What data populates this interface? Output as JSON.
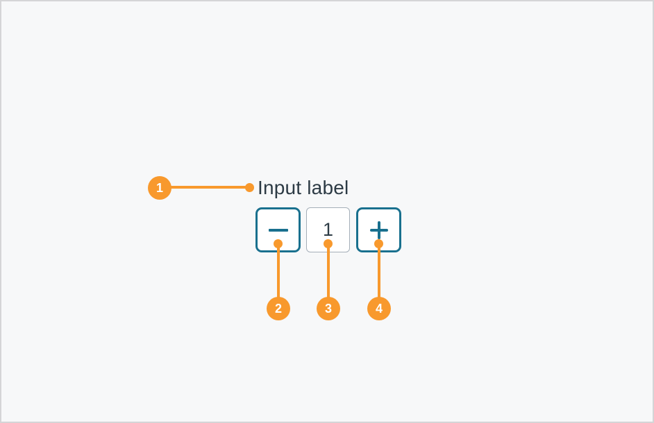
{
  "canvas": {
    "background": "#F7F8F9",
    "border_color": "#D5D5D7"
  },
  "colors": {
    "annotation_orange": "#F8992D",
    "stepper_border_teal": "#19708E",
    "icon_teal": "#19708E",
    "label_text": "#2D3B45",
    "value_text": "#2D3B45",
    "value_field_border": "#A4AEB8",
    "field_background": "#FFFFFF"
  },
  "number_input": {
    "label": "Input label",
    "value": "1",
    "decrement_icon": "minus-icon",
    "increment_icon": "plus-icon"
  },
  "annotations": [
    {
      "number": "1"
    },
    {
      "number": "2"
    },
    {
      "number": "3"
    },
    {
      "number": "4"
    }
  ]
}
